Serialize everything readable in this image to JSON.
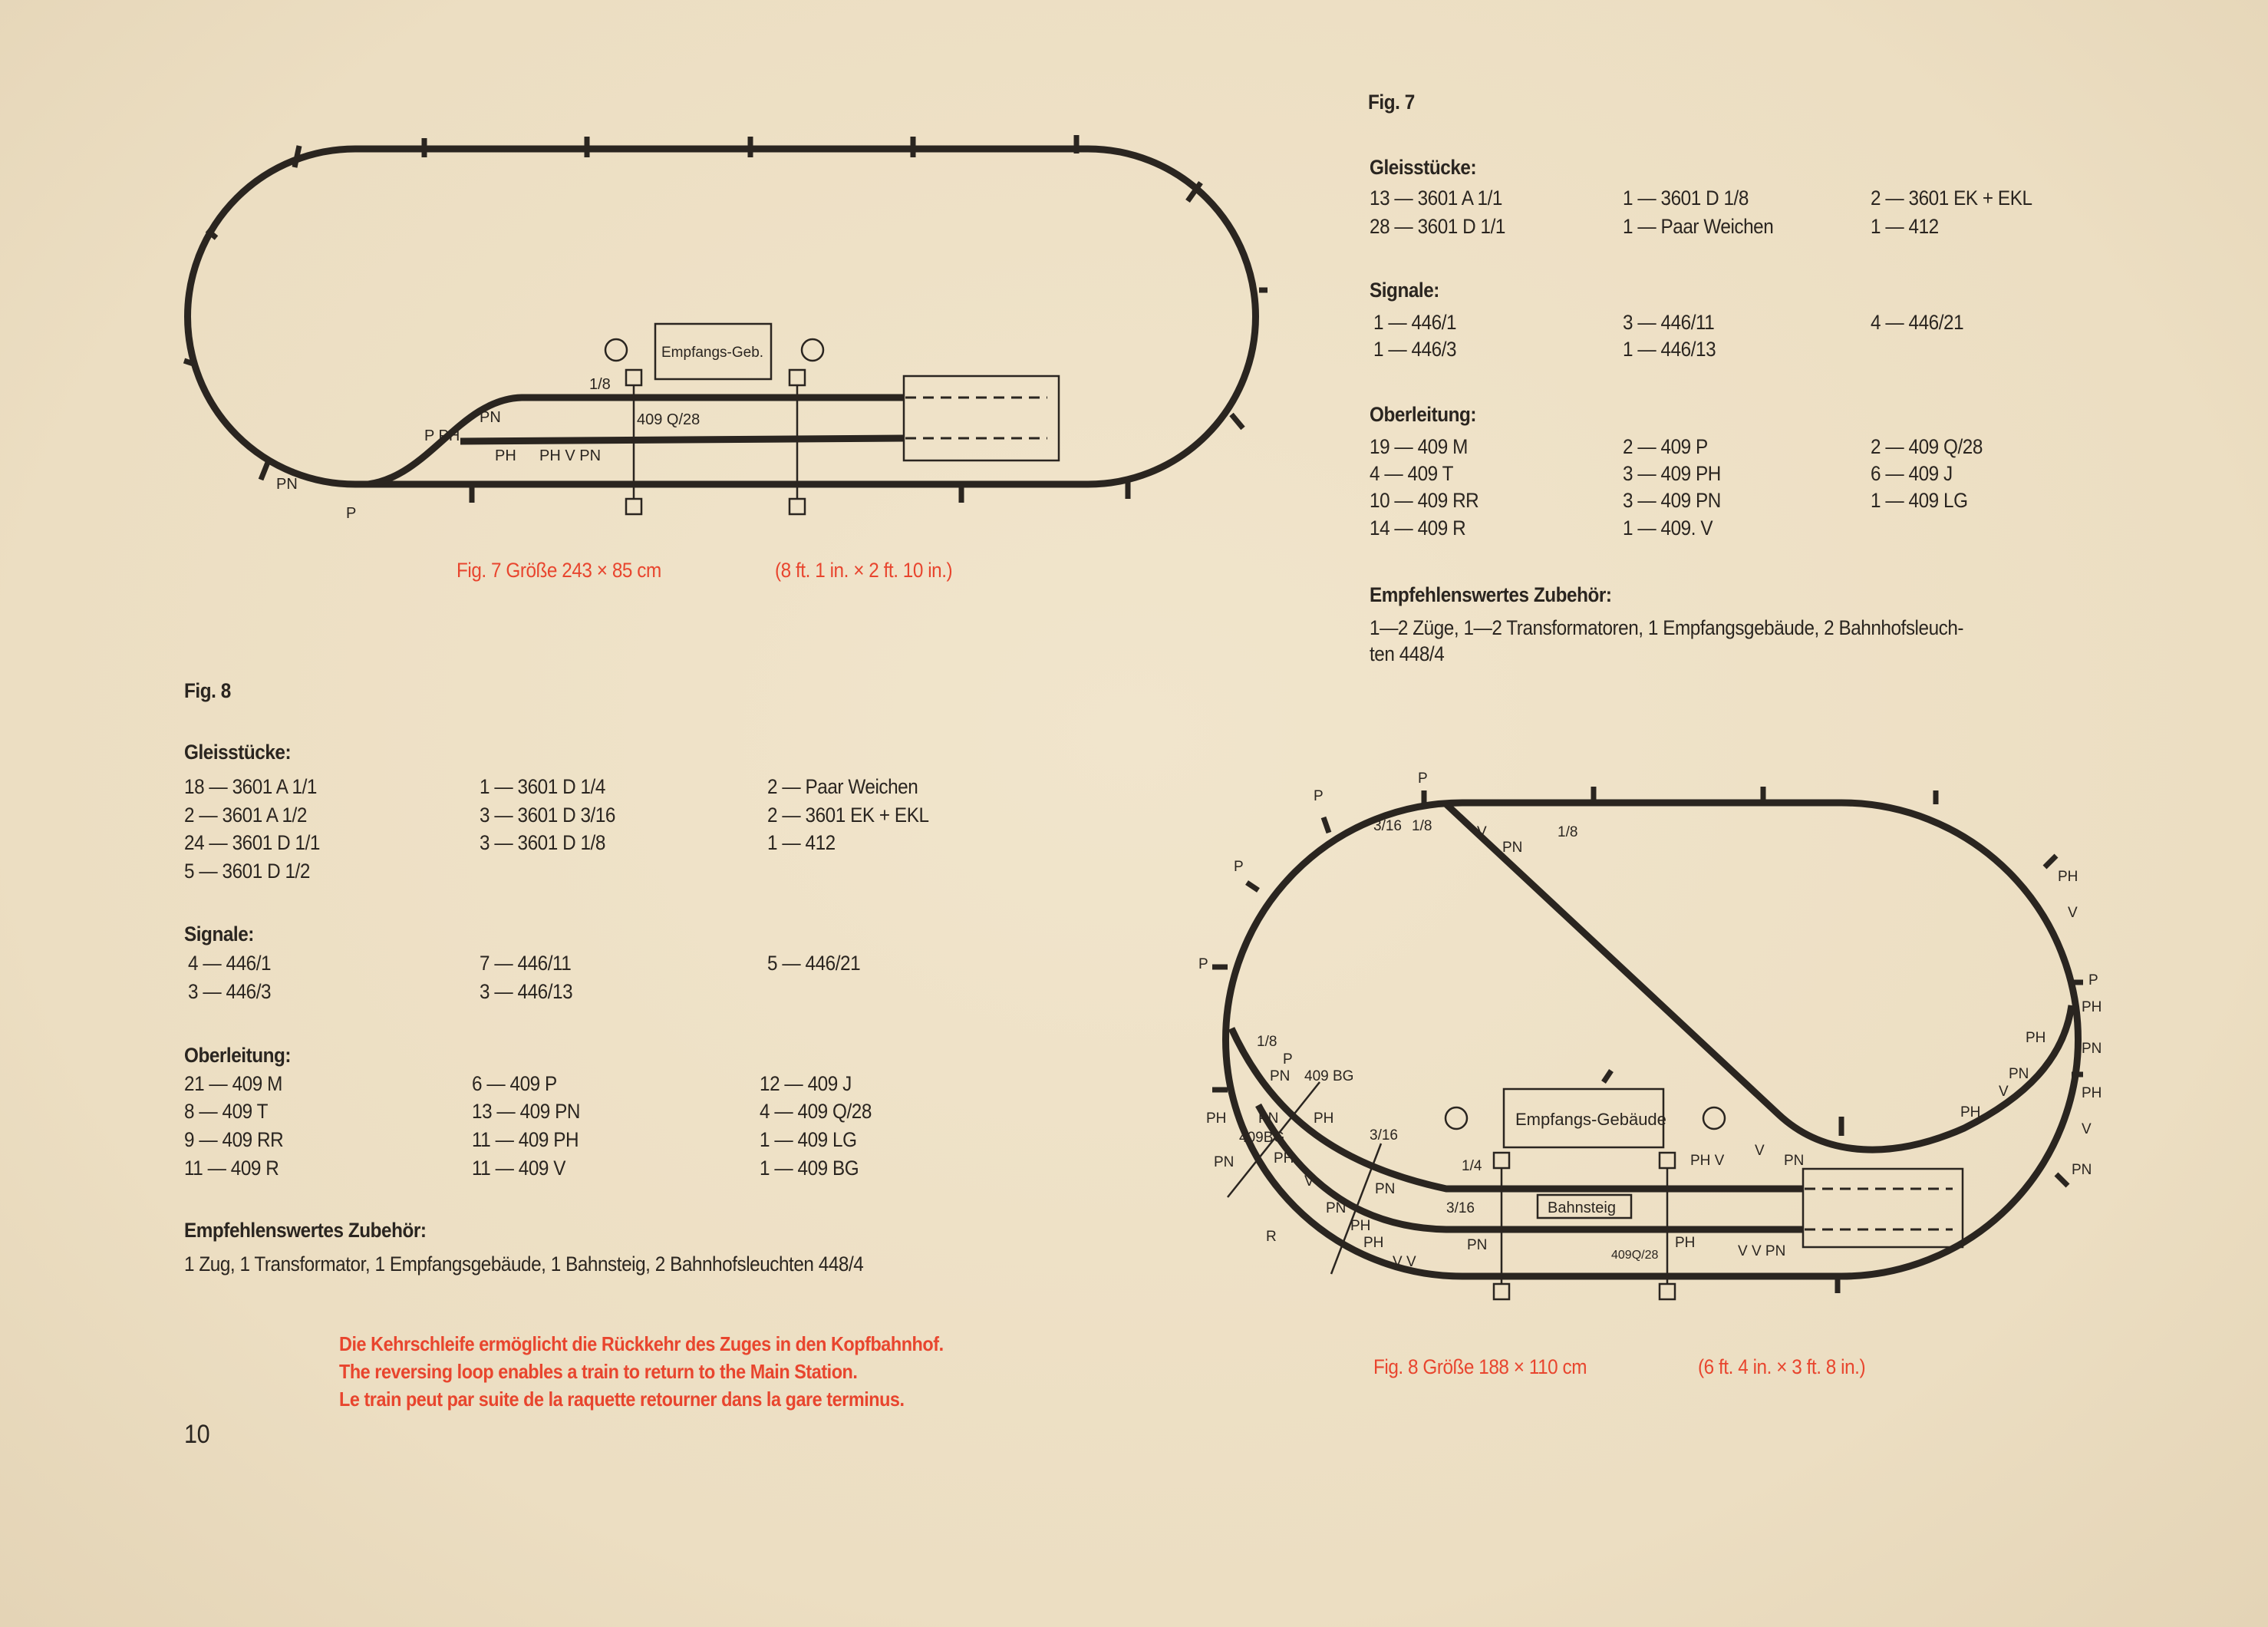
{
  "page_number": "10",
  "fig7": {
    "diagram_labels": {
      "building": "Empfangs-Geb.",
      "catenary": "409 Q/28",
      "fraction": "1/8",
      "pn1": "PN",
      "pph": "P  PH",
      "ph1": "PH",
      "phvpn": "PH   V   PN",
      "pn2": "PN",
      "p": "P"
    },
    "caption_left": "Fig. 7   Größe 243 × 85 cm",
    "caption_right": "(8 ft. 1 in. × 2 ft. 10 in.)",
    "title": "Fig. 7",
    "gleis_heading": "Gleisstücke:",
    "gleis": [
      [
        "13 — 3601  A 1/1",
        "28 — 3601  D 1/1"
      ],
      [
        "1 — 3601  D 1/8",
        "1 — Paar Weichen"
      ],
      [
        "2 — 3601  EK + EKL",
        "1 — 412"
      ]
    ],
    "signale_heading": "Signale:",
    "signale": [
      [
        " 1 — 446/1",
        " 1 — 446/3"
      ],
      [
        "3 — 446/11",
        "1 — 446/13"
      ],
      [
        "4 — 446/21"
      ]
    ],
    "ober_heading": "Oberleitung:",
    "ober": [
      [
        "19 — 409  M",
        " 4 — 409  T",
        "10 — 409  RR",
        "14 — 409  R"
      ],
      [
        "2 — 409  P",
        "3 — 409  PH",
        "3 — 409  PN",
        "1 — 409. V"
      ],
      [
        "2 — 409  Q/28",
        "6 — 409  J",
        "1 — 409  LG"
      ]
    ],
    "zub_heading": "Empfehlenswertes Zubehör:",
    "zub_lines": [
      "1—2 Züge, 1—2 Transformatoren, 1 Empfangsgebäude, 2 Bahnhofsleuch-",
      "ten 448/4"
    ]
  },
  "fig8": {
    "title": "Fig. 8",
    "gleis_heading": "Gleisstücke:",
    "gleis": [
      [
        "18 — 3601  A 1/1",
        " 2 — 3601  A 1/2",
        "24 — 3601  D 1/1",
        " 5 — 3601  D 1/2"
      ],
      [
        "1 — 3601  D 1/4",
        "3 — 3601  D 3/16",
        "3 — 3601  D 1/8"
      ],
      [
        "2 — Paar Weichen",
        "2 — 3601  EK + EKL",
        "1 — 412"
      ]
    ],
    "signale_heading": "Signale:",
    "signale": [
      [
        " 4 — 446/1",
        " 3 — 446/3"
      ],
      [
        "7 — 446/11",
        "3 — 446/13"
      ],
      [
        "5 — 446/21"
      ]
    ],
    "ober_heading": "Oberleitung:",
    "ober": [
      [
        "21 — 409  M",
        " 8 — 409  T",
        " 9 — 409  RR",
        "11 — 409  R"
      ],
      [
        " 6 — 409  P",
        "13 — 409  PN",
        "11 — 409  PH",
        "11 — 409  V"
      ],
      [
        "12 — 409  J",
        " 4 — 409  Q/28",
        " 1 — 409  LG",
        " 1 — 409  BG"
      ]
    ],
    "zub_heading": "Empfehlenswertes Zubehör:",
    "zub_lines": [
      "1 Zug, 1 Transformator, 1 Empfangsgebäude, 1 Bahnsteig, 2 Bahnhofsleuchten 448/4"
    ],
    "diagram_labels": {
      "building": "Empfangs-Gebäude",
      "platform": "Bahnsteig",
      "catenary": "409Q/28",
      "bg1": "409 BG",
      "bg2": "409BG",
      "f316a": "3/16",
      "f18a": "1/8",
      "f18b": "1/8",
      "f18c": "1/8",
      "f316b": "3/16",
      "f14": "1/4",
      "f316c": "3/16",
      "p1": "P",
      "p2": "P",
      "p3": "P",
      "p4": "P",
      "p5": "P",
      "p6": "P",
      "v1": "V",
      "pn1": "PN",
      "ph1": "PH",
      "v2": "V",
      "ph2": "PH",
      "pn2": "PN",
      "ph3": "PH",
      "v3": "V",
      "pn3": "PN",
      "r": "R",
      "pn4": "PN",
      "ph4": "PH",
      "pn5": "PN",
      "ph5": "PH",
      "pn6": "PN",
      "vv": "V   V",
      "pn7": "PN",
      "phv": "PH    V",
      "v4": "V",
      "pn8": "PN",
      "ph6": "PH",
      "vvpn": "V  V  PN",
      "rph1": "PH",
      "rv1": "V",
      "rph2": "PH",
      "rpn1": "PN",
      "rph3": "PH",
      "rv2": "V",
      "rpn2": "PN",
      "lph": "PH",
      "lpn": "PN",
      "lph2": "PH",
      "lv": "V",
      "lpn2": "PN"
    },
    "caption_left": "Fig. 8   Größe 188 × 110 cm",
    "caption_right": "(6 ft. 4 in. × 3 ft. 8 in.)"
  },
  "note_lines": [
    "Die Kehrschleife ermöglicht die Rückkehr des Zuges in den Kopfbahnhof.",
    "The reversing loop enables a train to return to the Main Station.",
    "Le train peut par suite de la raquette retourner dans la gare terminus."
  ]
}
